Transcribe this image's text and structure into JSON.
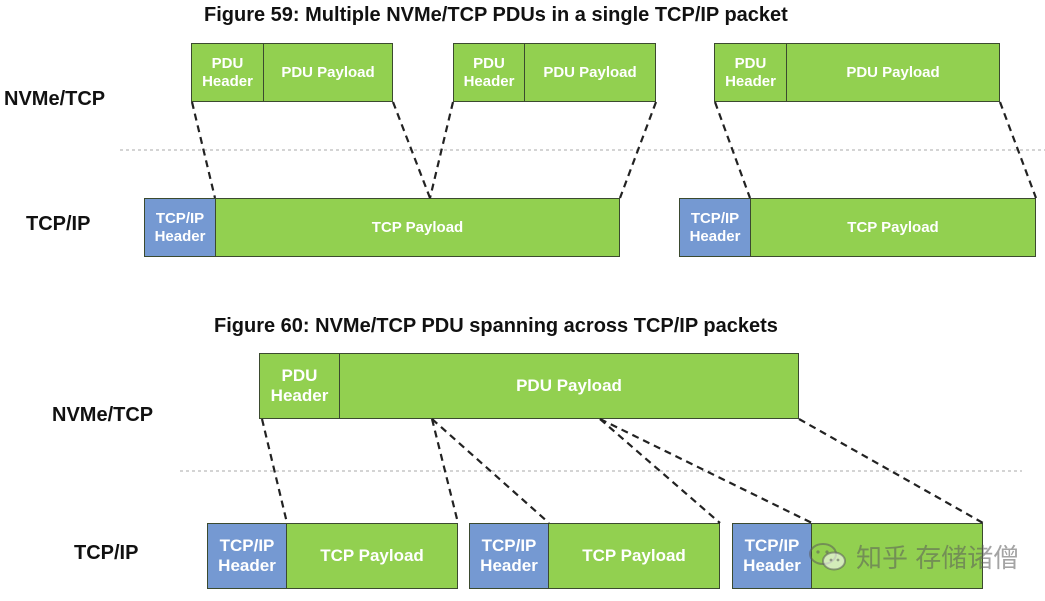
{
  "fig59": {
    "title": "Figure 59: Multiple NVMe/TCP PDUs in a single TCP/IP packet",
    "nvme_label": "NVMe/TCP",
    "tcp_label": "TCP/IP",
    "pdus": [
      {
        "header": "PDU\nHeader",
        "payload": "PDU Payload"
      },
      {
        "header": "PDU\nHeader",
        "payload": "PDU Payload"
      },
      {
        "header": "PDU\nHeader",
        "payload": "PDU Payload"
      }
    ],
    "packets": [
      {
        "header": "TCP/IP\nHeader",
        "payload": "TCP Payload"
      },
      {
        "header": "TCP/IP\nHeader",
        "payload": "TCP Payload"
      }
    ]
  },
  "fig60": {
    "title": "Figure 60: NVMe/TCP PDU spanning across TCP/IP packets",
    "nvme_label": "NVMe/TCP",
    "tcp_label": "TCP/IP",
    "pdu": {
      "header": "PDU\nHeader",
      "payload": "PDU Payload"
    },
    "packets": [
      {
        "header": "TCP/IP\nHeader",
        "payload": "TCP Payload"
      },
      {
        "header": "TCP/IP\nHeader",
        "payload": "TCP Payload"
      },
      {
        "header": "TCP/IP\nHeader",
        "payload": ""
      }
    ]
  },
  "watermark": {
    "text": "知乎 存储诸僧",
    "icon": "wechat-icon"
  },
  "colors": {
    "payload_green": "#92d050",
    "header_blue": "#7599d2"
  }
}
